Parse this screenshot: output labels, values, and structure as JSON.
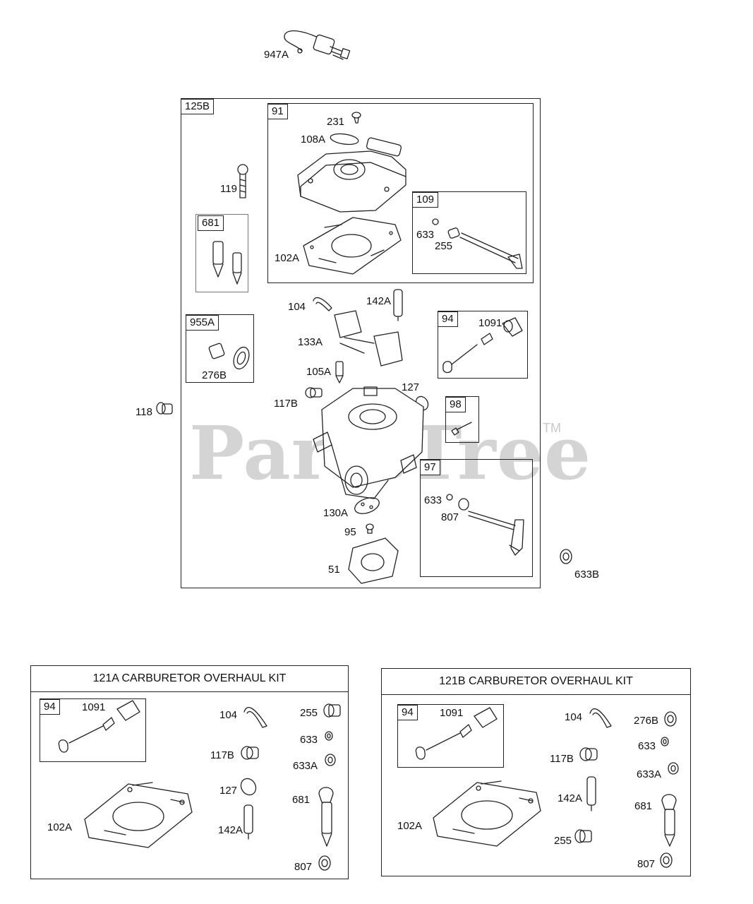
{
  "watermark": {
    "text": "PartsTree",
    "trademark": "TM"
  },
  "top_part": "947A",
  "main_assembly": {
    "tag": "125B",
    "groups": {
      "g91": {
        "tag": "91",
        "labels": [
          "231",
          "108A",
          "102A"
        ]
      },
      "g109": {
        "tag": "109",
        "labels": [
          "633",
          "255"
        ]
      },
      "g681": {
        "tag": "681"
      },
      "g955A": {
        "tag": "955A",
        "labels": [
          "276B"
        ]
      },
      "g94": {
        "tag": "94",
        "labels": [
          "1091"
        ]
      },
      "g98": {
        "tag": "98"
      },
      "g97": {
        "tag": "97",
        "labels": [
          "633",
          "807"
        ]
      }
    },
    "loose_labels": [
      "119",
      "104",
      "142A",
      "133A",
      "105A",
      "117B",
      "127",
      "118",
      "130A",
      "95",
      "51",
      "633B"
    ]
  },
  "kit_a": {
    "title": "121A CARBURETOR OVERHAUL KIT",
    "sub_tag": "94",
    "labels": [
      "1091",
      "104",
      "255",
      "633",
      "117B",
      "633A",
      "127",
      "681",
      "102A",
      "142A",
      "807"
    ]
  },
  "kit_b": {
    "title": "121B CARBURETOR OVERHAUL KIT",
    "sub_tag": "94",
    "labels": [
      "1091",
      "104",
      "276B",
      "633",
      "117B",
      "633A",
      "142A",
      "681",
      "102A",
      "255",
      "807"
    ]
  }
}
